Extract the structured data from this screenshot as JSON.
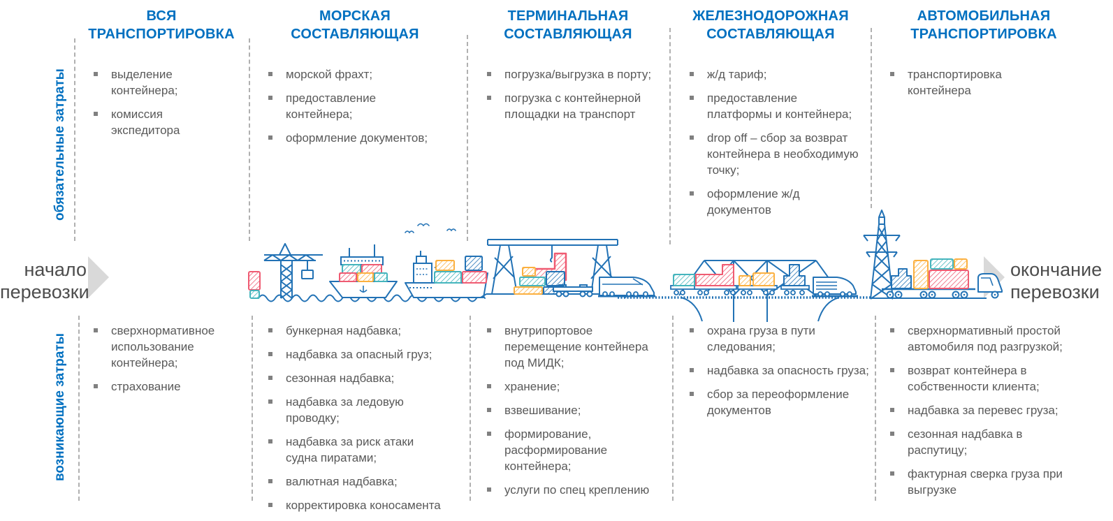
{
  "colors": {
    "accent_blue": "#0070C0",
    "outline_blue": "#2272B5",
    "container_pink": "#EF5B72",
    "container_teal": "#45B5BD",
    "container_orange": "#FBB040",
    "body_text": "#595959",
    "arrow_gray": "#D9D9D9"
  },
  "side_labels": {
    "mandatory": "обязательные затраты",
    "arising": "возникающие затраты"
  },
  "flow": {
    "start": "начало перевозки",
    "end": "окончание перевозки"
  },
  "icons": [
    "port-crane-icon",
    "container-ship-icon",
    "seagulls-icon",
    "gantry-crane-icon",
    "container-stack-icon",
    "freight-train-icon",
    "railway-bridge-icon",
    "power-line-tower-icon",
    "container-truck-icon",
    "start-arrow-icon",
    "end-arrow-icon"
  ],
  "columns": [
    {
      "header": "ВСЯ ТРАНСПОРТИРОВКА",
      "top": [
        "выделение контейнера;",
        "комиссия экспедитора"
      ],
      "bottom": [
        "сверхнормативное использование контейнера;",
        "страхование"
      ]
    },
    {
      "header": "МОРСКАЯ СОСТАВЛЯЮЩАЯ",
      "top": [
        "морской фрахт;",
        "предоставление контейнера;",
        "оформление документов;"
      ],
      "bottom": [
        "бункерная надбавка;",
        "надбавка за опасный груз;",
        "сезонная надбавка;",
        "надбавка за ледовую проводку;",
        "надбавка за риск атаки судна пиратами;",
        "валютная надбавка;",
        "корректировка коносамента"
      ]
    },
    {
      "header": "ТЕРМИНАЛЬНАЯ СОСТАВЛЯЮЩАЯ",
      "top": [
        "погрузка/выгрузка в порту;",
        "погрузка с контейнерной площадки на транспорт"
      ],
      "bottom": [
        "внутрипортовое перемещение контейнера под МИДК;",
        "хранение;",
        "взвешивание;",
        "формирование, расформирование контейнера;",
        "услуги по спец креплению"
      ]
    },
    {
      "header": "ЖЕЛЕЗНОДОРОЖНАЯ СОСТАВЛЯЮЩАЯ",
      "top": [
        "ж/д тариф;",
        "предоставление платформы и контейнера;",
        "drop off – сбор за возврат контейнера в необходимую точку;",
        "оформление ж/д документов"
      ],
      "bottom": [
        "охрана груза в пути следования;",
        "надбавка за опасность груза;",
        "сбор за переоформление документов"
      ]
    },
    {
      "header": "АВТОМОБИЛЬНАЯ ТРАНСПОРТИРОВКА",
      "top": [
        "транспортировка контейнера"
      ],
      "bottom": [
        "сверхнормативный простой автомобиля под разгрузкой;",
        "возврат контейнера в собственности клиента;",
        "надбавка за перевес груза;",
        "сезонная надбавка в распутицу;",
        "фактурная сверка груза при выгрузке"
      ]
    }
  ]
}
